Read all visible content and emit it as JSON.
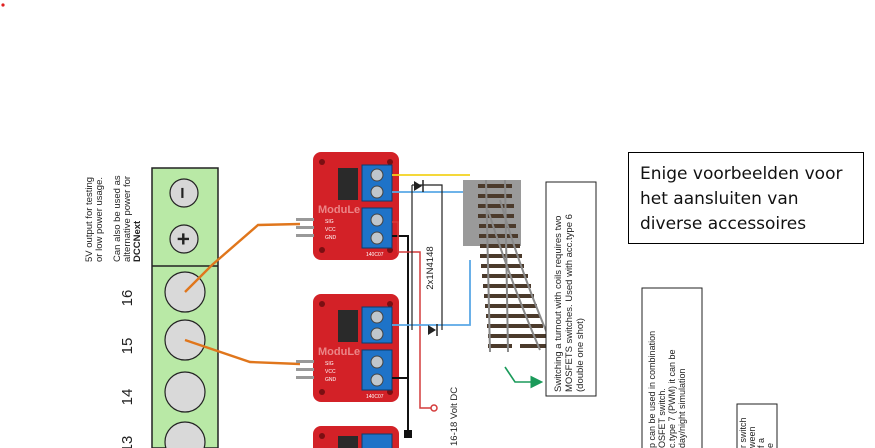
{
  "callout": {
    "lines": [
      "Enige voorbeelden voor",
      "het aansluiten van",
      "diverse accessoires"
    ]
  },
  "terminal_block": {
    "note_line1": "5V output for testing",
    "note_line2": "or low power usage.",
    "note_line3": "Can also be used as",
    "note_line4": "alternative power for",
    "note_line5": "DCCNext",
    "minus_symbol": "−",
    "plus_symbol": "+",
    "pin_labels": [
      "16",
      "15",
      "14",
      "13"
    ]
  },
  "modules": {
    "brand": "ModuLe",
    "part_number": "140C07",
    "pin_labels": [
      "SIG",
      "VCC",
      "GND"
    ]
  },
  "wiring": {
    "diode_label": "2x1N4148",
    "power_label": "16-18 Volt DC"
  },
  "turnout_note": {
    "line1": "Switching a turnout with coils requires two",
    "line2": "MOSFETS switches. Used with acc.type 6",
    "line3": "(double one shot)"
  },
  "lamp_note": {
    "line1": "p can be used in combination",
    "line2": "OSFET switch.",
    "line3": "c.type 7 (PWM) it can be",
    "line4": "day/night simulation"
  },
  "switch_note": {
    "line1": "r switch",
    "line2": "ween",
    "line3": "f a",
    "line4": "e"
  },
  "colors": {
    "terminal_green": "#b9e9a6",
    "module_red": "#d32127",
    "screw_blue": "#1e73c8",
    "wire_orange": "#e0761c",
    "wire_yellow": "#f2d21e",
    "wire_blue": "#5aa8e6",
    "arrow_green": "#1a9a5a",
    "power_red": "#d43b3b"
  }
}
